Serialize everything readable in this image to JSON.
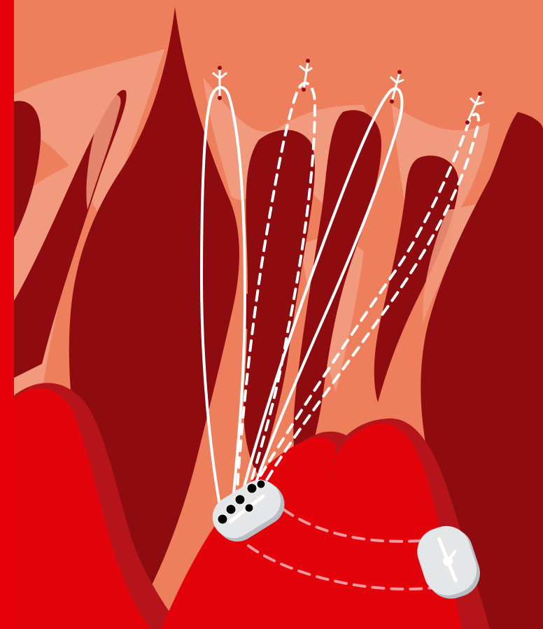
{
  "colors": {
    "background": "#ee7f5c",
    "membrane": "#f29a7d",
    "tissue_dark": "#8e0b0f",
    "tissue_mid": "#b5141a",
    "tissue_bright": "#e3040b",
    "edge_bar": "#e8000a",
    "suture": "#ffffff",
    "suture_dashed_under": "#f59aa0",
    "pledget": "#e4e6e8",
    "pledget_shadow": "#b9bec4",
    "anchor_tip": "#8e0b0f"
  },
  "chords": [
    {
      "name": "neochord-1",
      "style": "solid"
    },
    {
      "name": "neochord-2",
      "style": "dashed"
    },
    {
      "name": "neochord-3",
      "style": "solid"
    },
    {
      "name": "neochord-4",
      "style": "dashed"
    }
  ],
  "pledgets": [
    {
      "name": "papillary-pledget-front"
    },
    {
      "name": "papillary-pledget-back"
    }
  ]
}
